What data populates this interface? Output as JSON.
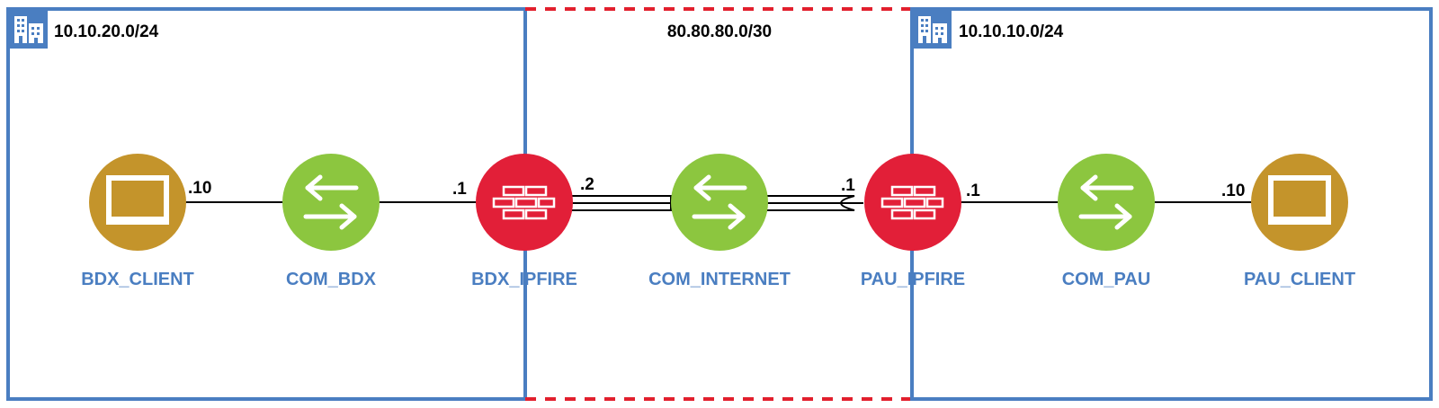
{
  "zones": {
    "left": {
      "subnet": "10.10.20.0/24",
      "border_color": "#4a7ec1"
    },
    "middle": {
      "subnet": "80.80.80.0/30",
      "border_color": "#e21f2d"
    },
    "right": {
      "subnet": "10.10.10.0/24",
      "border_color": "#4a7ec1"
    }
  },
  "nodes": {
    "bdx_client": {
      "label": "BDX_CLIENT",
      "kind": "pc-icon",
      "color": "#c4942b"
    },
    "com_bdx": {
      "label": "COM_BDX",
      "kind": "switch-icon",
      "color": "#8cc63f"
    },
    "bdx_ipfire": {
      "label": "BDX_IPFIRE",
      "kind": "firewall-icon",
      "color": "#e21f38"
    },
    "com_internet": {
      "label": "COM_INTERNET",
      "kind": "switch-icon",
      "color": "#8cc63f"
    },
    "pau_ipfire": {
      "label": "PAU_IPFIRE",
      "kind": "firewall-icon",
      "color": "#e21f38"
    },
    "com_pau": {
      "label": "COM_PAU",
      "kind": "switch-icon",
      "color": "#8cc63f"
    },
    "pau_client": {
      "label": "PAU_CLIENT",
      "kind": "pc-icon",
      "color": "#c4942b"
    }
  },
  "interface_labels": {
    "bdx_client": ".10",
    "bdx_ipfire_lan": ".1",
    "bdx_ipfire_wan": ".2",
    "pau_ipfire_wan": ".1",
    "pau_ipfire_lan": ".1",
    "pau_client": ".10"
  },
  "zone_icon": "building-icon"
}
